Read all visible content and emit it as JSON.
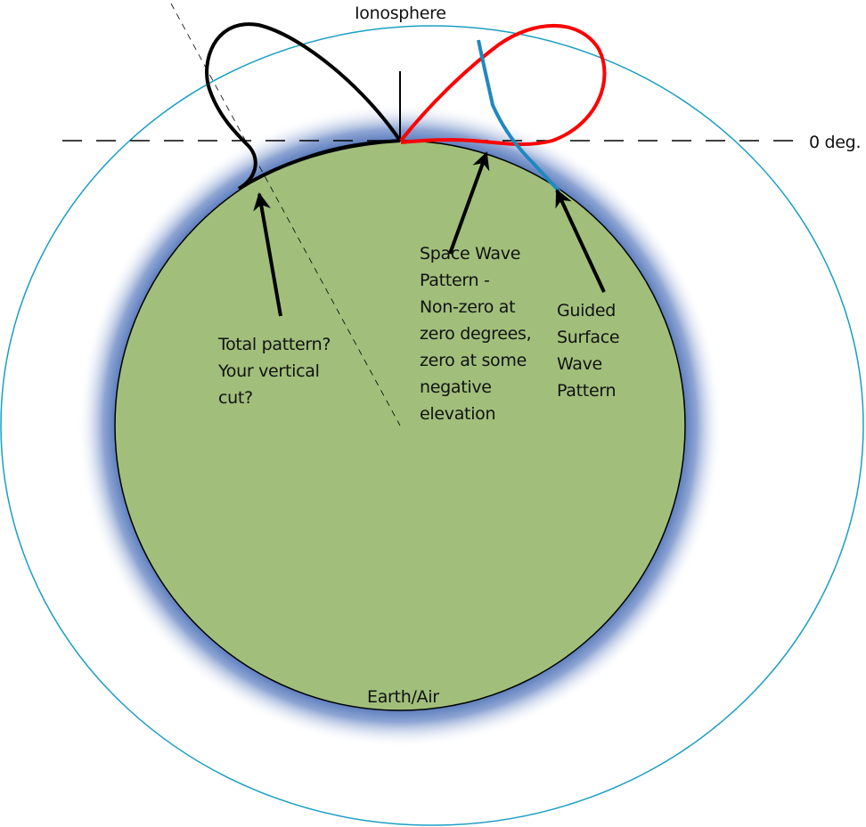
{
  "labels": {
    "ionosphere": "Ionosphere",
    "zero_deg": "0 deg.",
    "earth_air": "Earth/Air",
    "total_pattern": [
      "Total pattern?",
      "Your vertical",
      "cut?"
    ],
    "space_wave": [
      "Space Wave",
      "Pattern -",
      "Non-zero at",
      "zero degrees,",
      "zero at some",
      "negative",
      "elevation"
    ],
    "guided_surface": [
      "Guided",
      "Surface",
      "Wave",
      "Pattern"
    ]
  },
  "colors": {
    "earth": "#a1bf7b",
    "ionosphere": "#1a9ec4",
    "space_wave": "#ff0000",
    "surface_wave": "#1f88bf",
    "total": "#000000",
    "glow": "#4a6fb5"
  }
}
